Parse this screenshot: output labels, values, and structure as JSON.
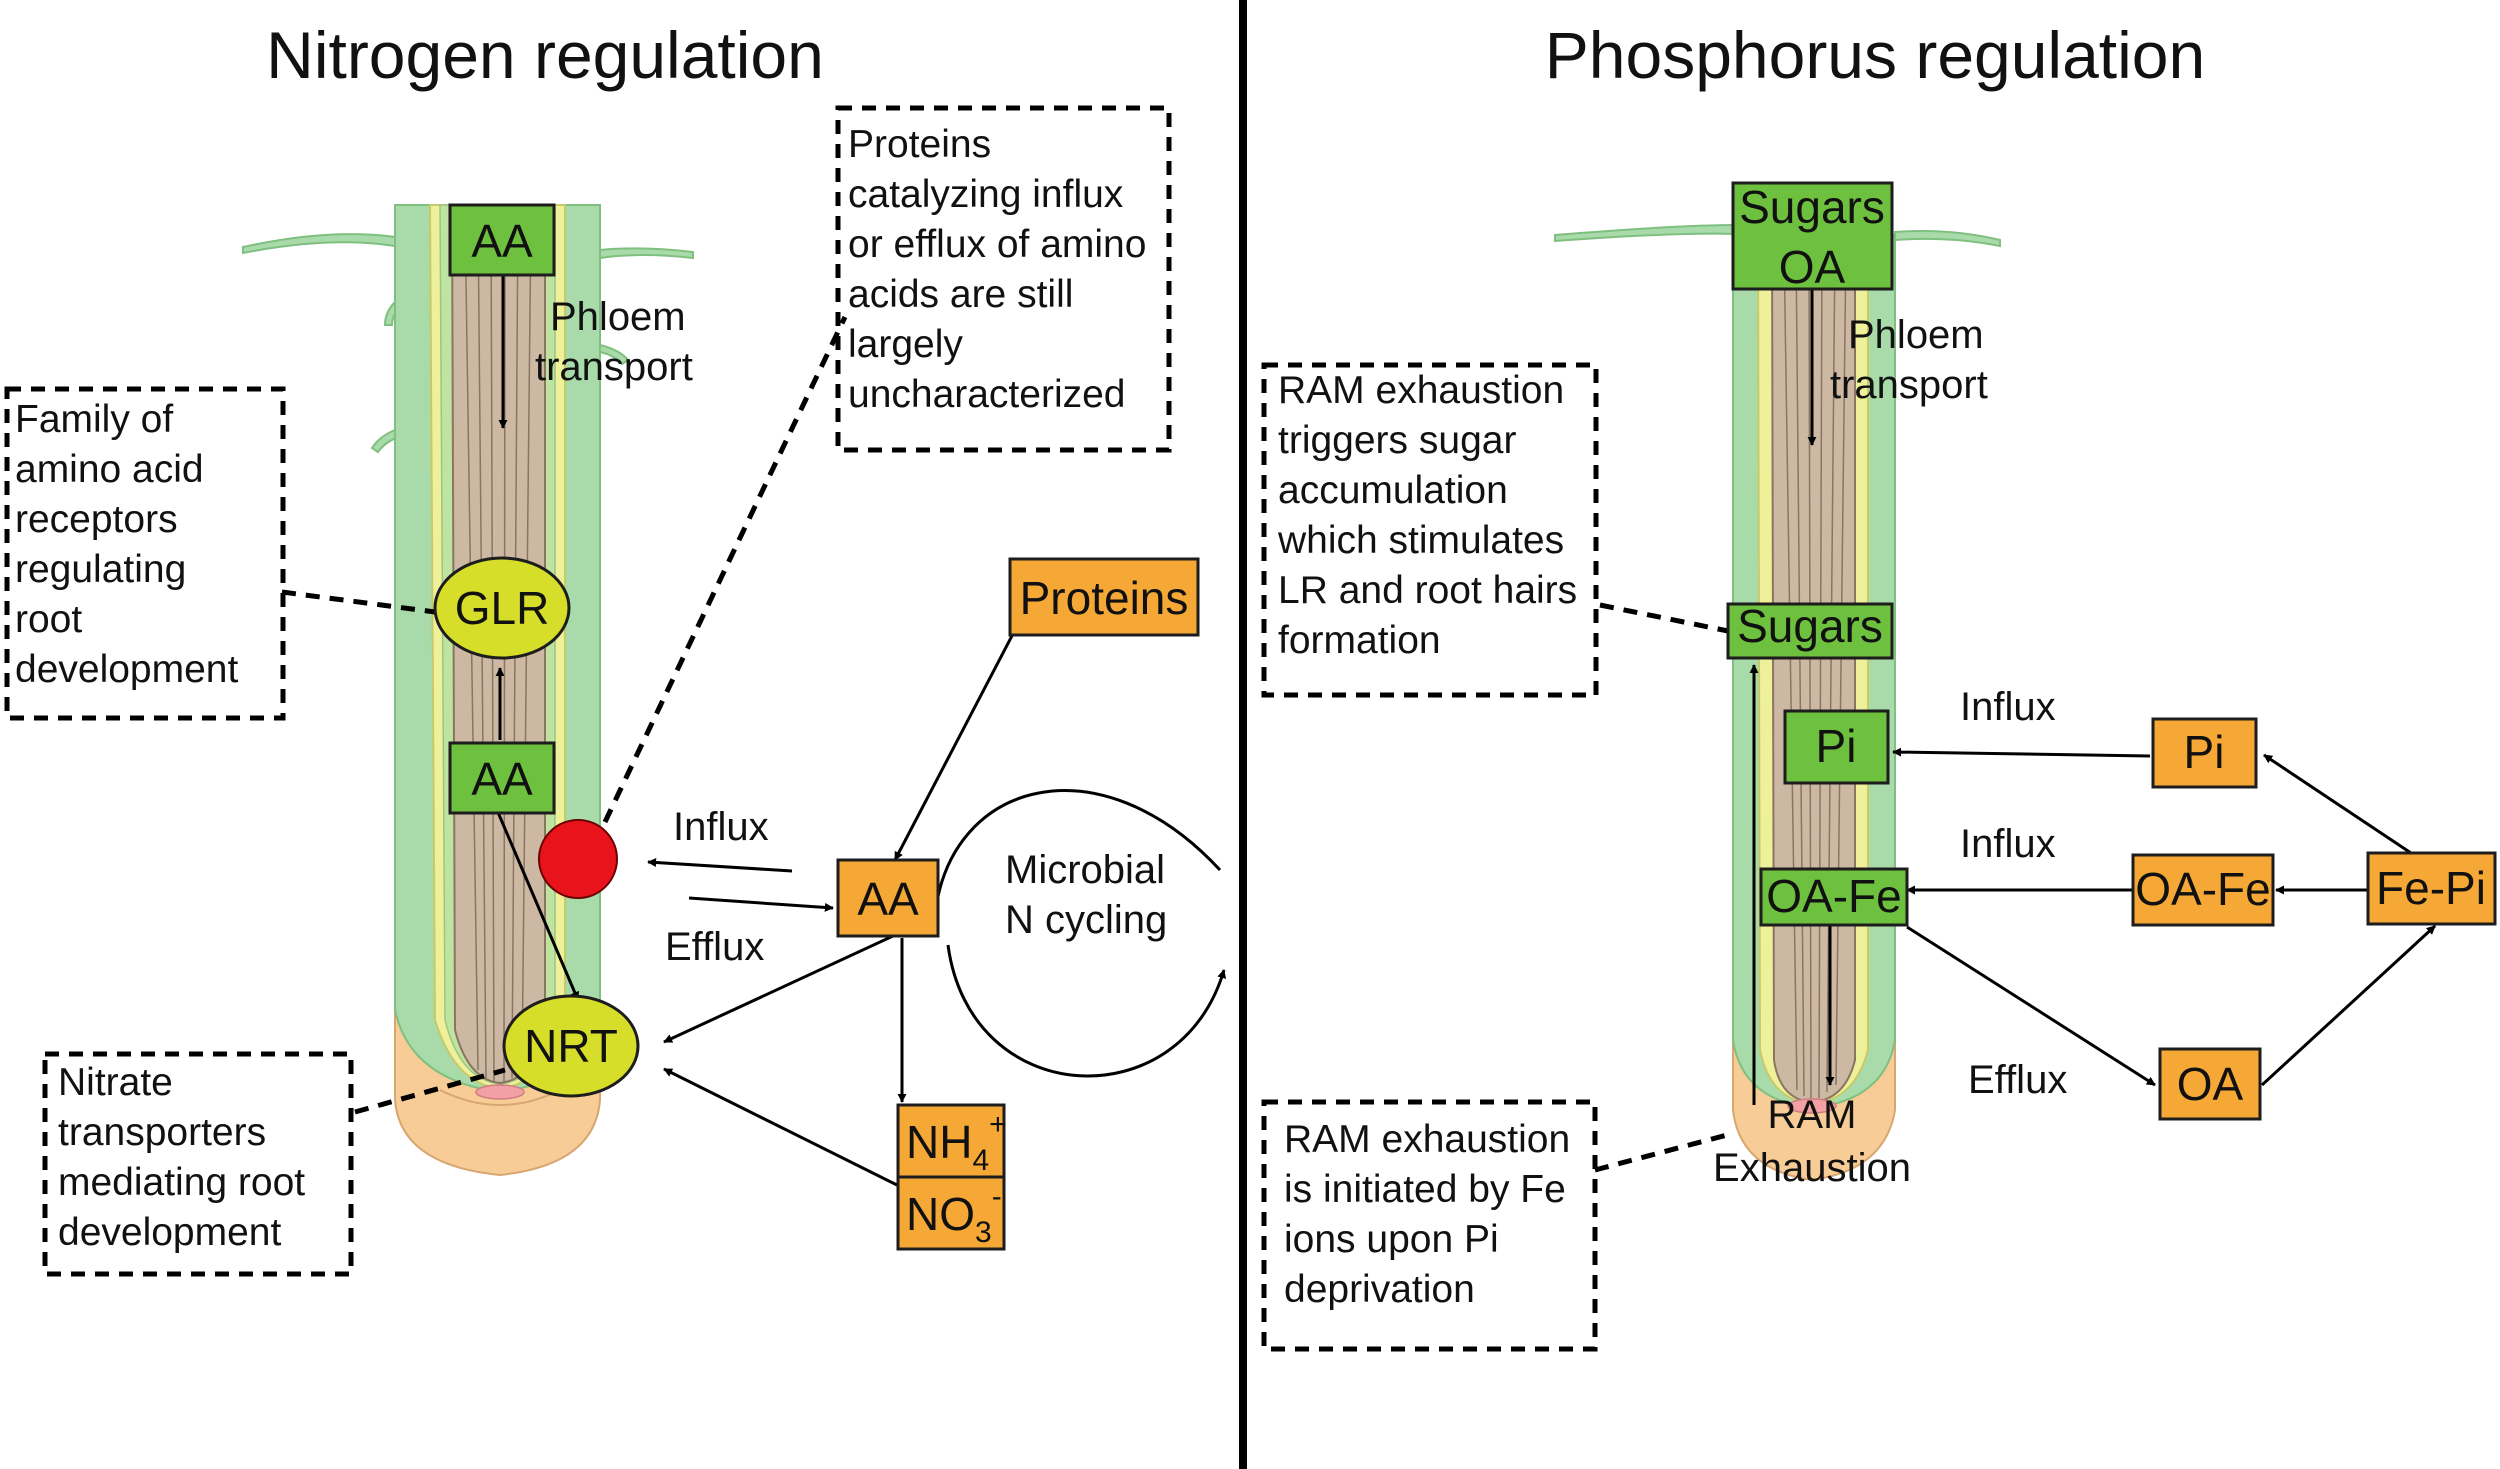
{
  "nitrogen": {
    "title": "Nitrogen regulation",
    "aa_top": "AA",
    "aa_mid": "AA",
    "aa_out": "AA",
    "glr": "GLR",
    "nrt": "NRT",
    "proteins": "Proteins",
    "nh4_base": "NH",
    "nh4_sub": "4",
    "nh4_sup": "+",
    "no3_base": "NO",
    "no3_sub": "3",
    "no3_sup": "-",
    "phloem_1": "Phloem",
    "phloem_2": "transport",
    "influx": "Influx",
    "efflux": "Efflux",
    "microbial_1": "Microbial",
    "microbial_2": "N cycling",
    "note_receptors": [
      "Family of",
      "amino acid",
      "receptors",
      "regulating",
      "root",
      "development"
    ],
    "note_proteins": [
      "Proteins",
      "catalyzing influx",
      "or efflux of amino",
      "acids are still",
      "largely",
      "uncharacterized"
    ],
    "note_nitrate": [
      "Nitrate",
      "transporters",
      "mediating root",
      "development"
    ]
  },
  "phosphorus": {
    "title": "Phosphorus  regulation",
    "sugars_top_1": "Sugars",
    "sugars_top_2": "OA",
    "sugars_mid": "Sugars",
    "pi_in": "Pi",
    "oafe_in": "OA-Fe",
    "pi_out": "Pi",
    "oafe_out": "OA-Fe",
    "fepi": "Fe-Pi",
    "oa": "OA",
    "phloem_1": "Phloem",
    "phloem_2": "transport",
    "influx_1": "Influx",
    "influx_2": "Influx",
    "efflux": "Efflux",
    "ram_1": "RAM",
    "ram_2": "Exhaustion",
    "note_sugar": [
      "RAM exhaustion",
      "triggers sugar",
      "accumulation",
      "which stimulates",
      "LR and root hairs",
      "formation"
    ],
    "note_ram": [
      "RAM exhaustion",
      "is initiated by Fe",
      "ions upon Pi",
      "deprivation"
    ]
  },
  "colors": {
    "green_box": "#6ec13e",
    "orange_box": "#f6a836",
    "yellow_oval": "#d7de2a",
    "red_dot": "#e8131b",
    "root_outer": "#a8dba9",
    "root_yellow": "#eef19a",
    "root_stele": "#cdb8a4",
    "root_cap": "#f7cc96",
    "ram_pink": "#f2a0a3"
  }
}
